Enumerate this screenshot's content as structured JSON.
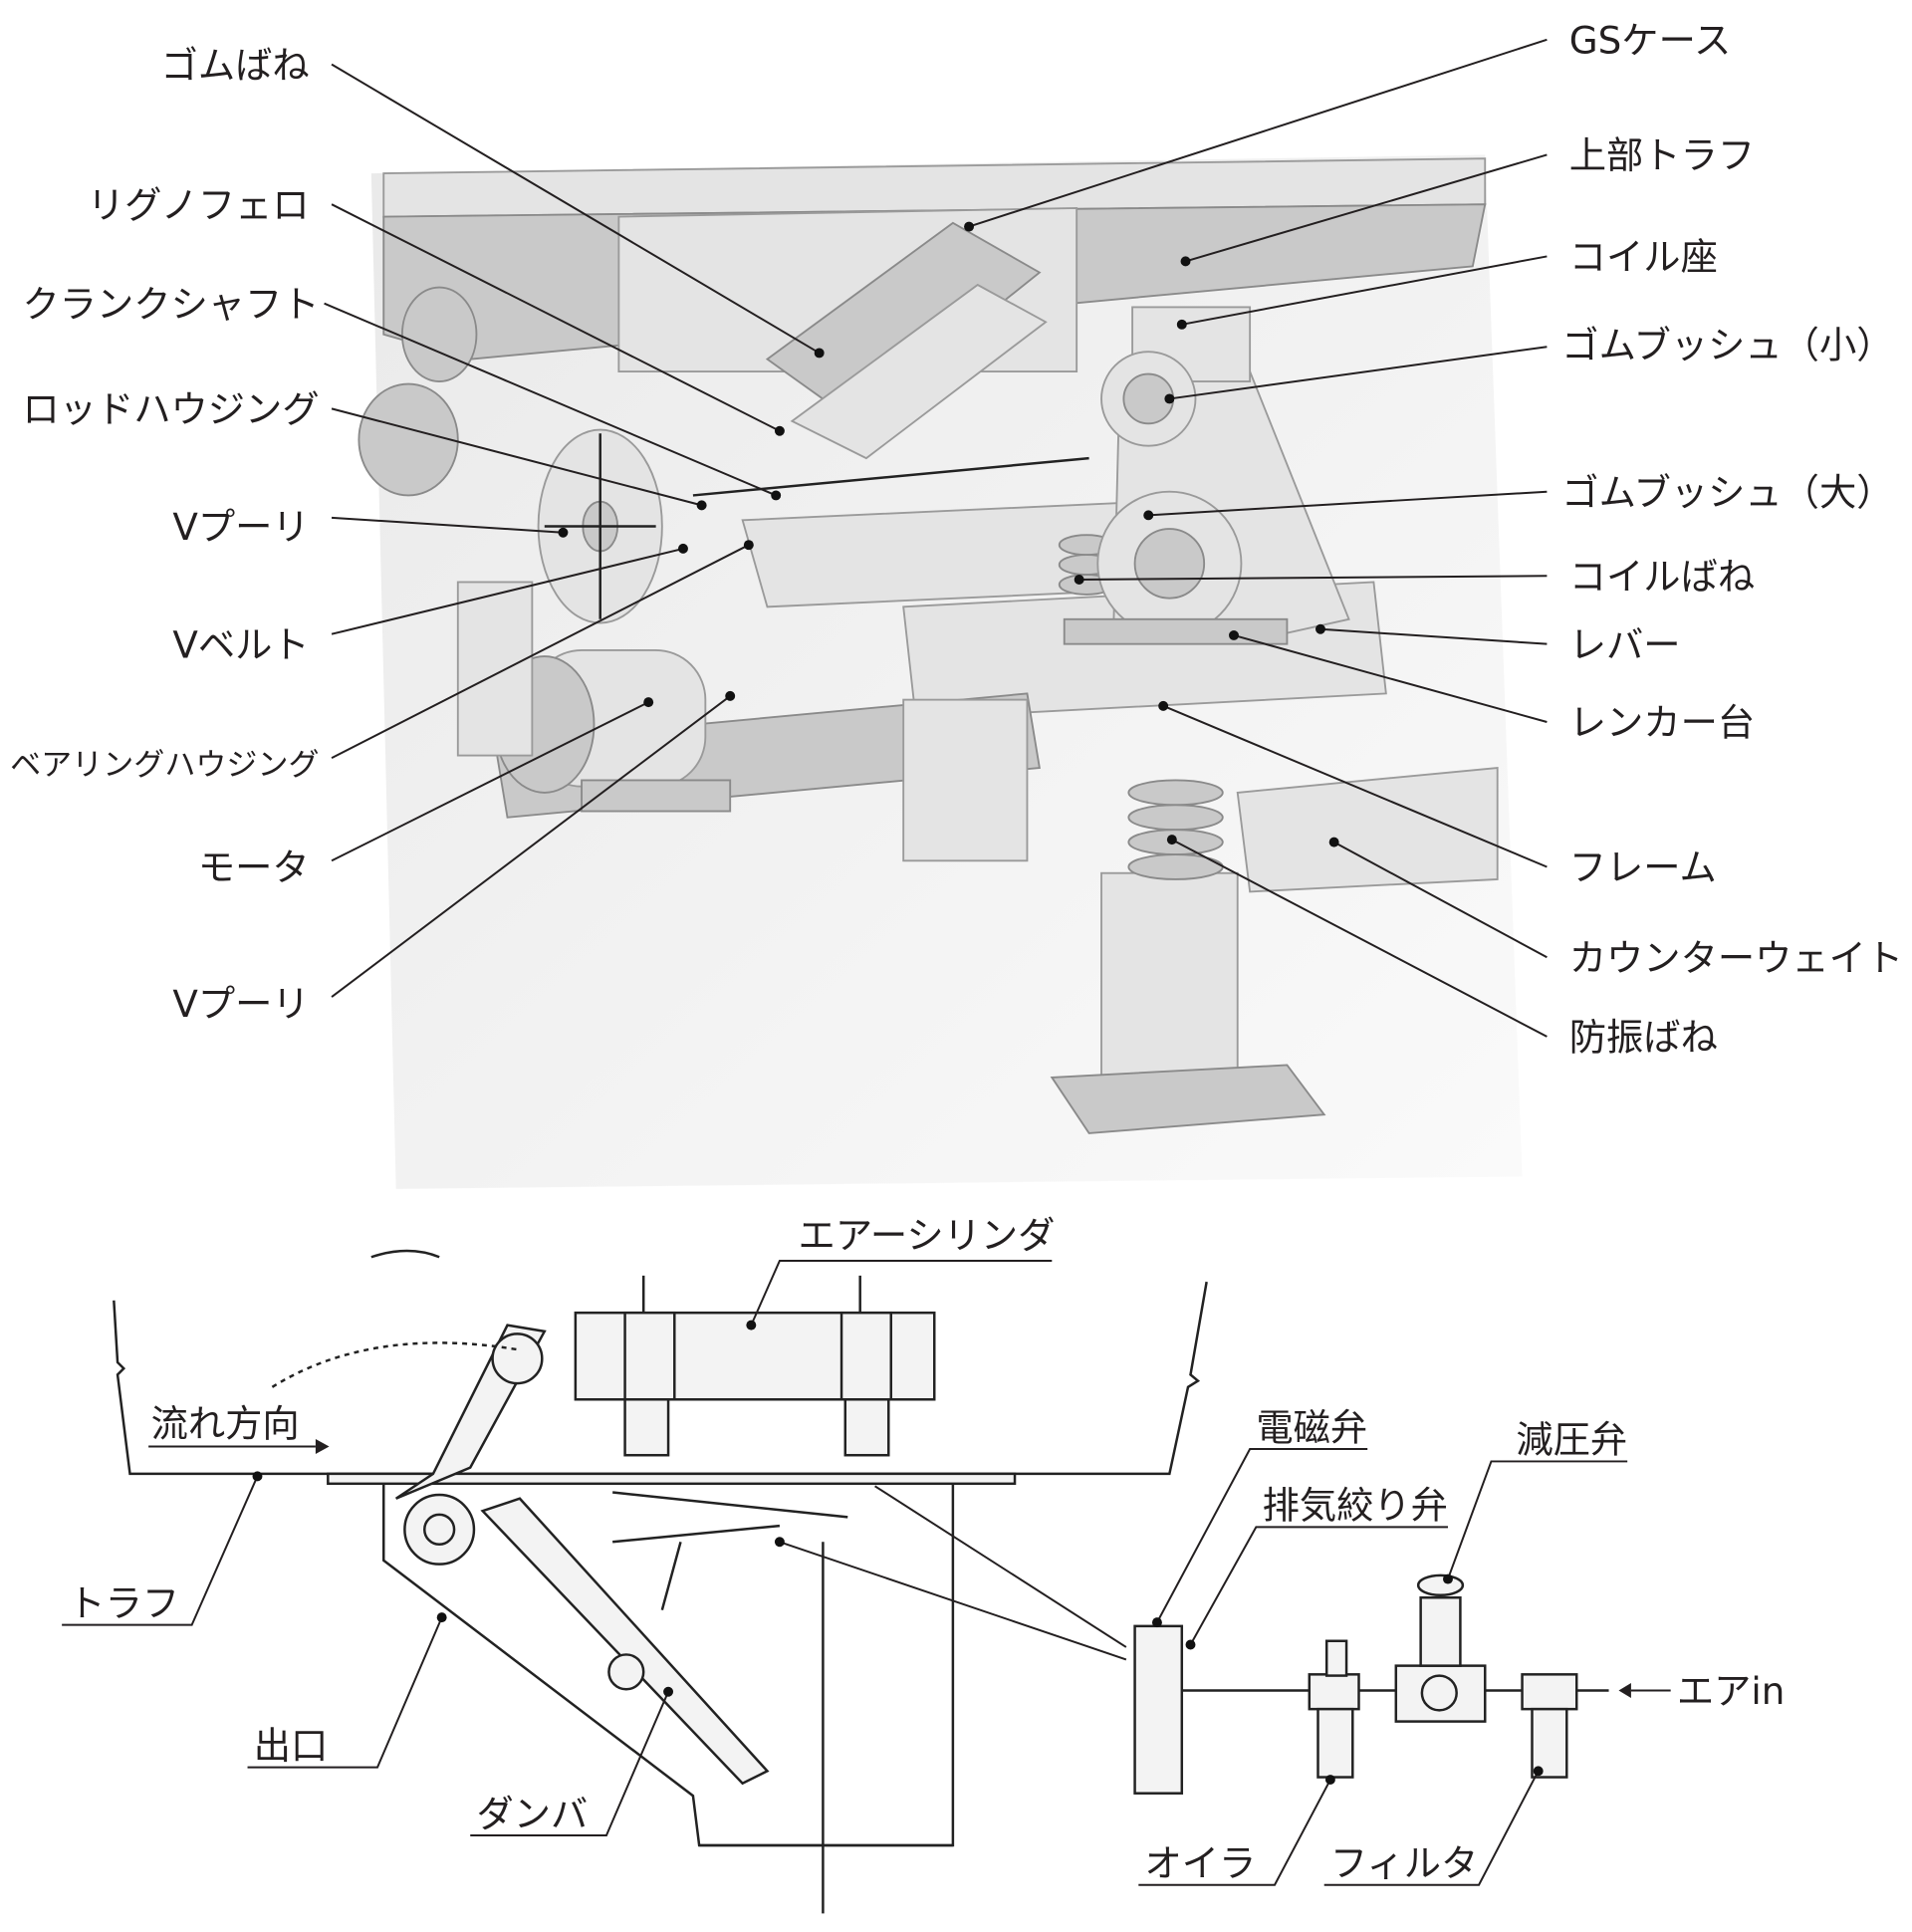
{
  "upper_labels": {
    "left": [
      "ゴムばね",
      "リグノフェロ",
      "クランクシャフト",
      "ロッドハウジング",
      "Vプーリ",
      "Vベルト",
      "ベアリングハウジング",
      "モータ",
      "Vプーリ"
    ],
    "right": [
      "GSケース",
      "上部トラフ",
      "コイル座",
      "ゴムブッシュ（小）",
      "ゴムブッシュ（大）",
      "コイルばね",
      "レバー",
      "レンカー台",
      "フレーム",
      "カウンターウェイト",
      "防振ばね"
    ]
  },
  "lower_labels": {
    "air_cylinder": "エアーシリンダ",
    "flow_direction": "流れ方向",
    "trough": "トラフ",
    "outlet": "出口",
    "damper": "ダンバ",
    "solenoid_valve": "電磁弁",
    "exhaust_throttle_valve": "排気絞り弁",
    "pressure_reducing_valve": "減圧弁",
    "air_in": "エアin",
    "oiler": "オイラ",
    "filter": "フィルタ"
  }
}
